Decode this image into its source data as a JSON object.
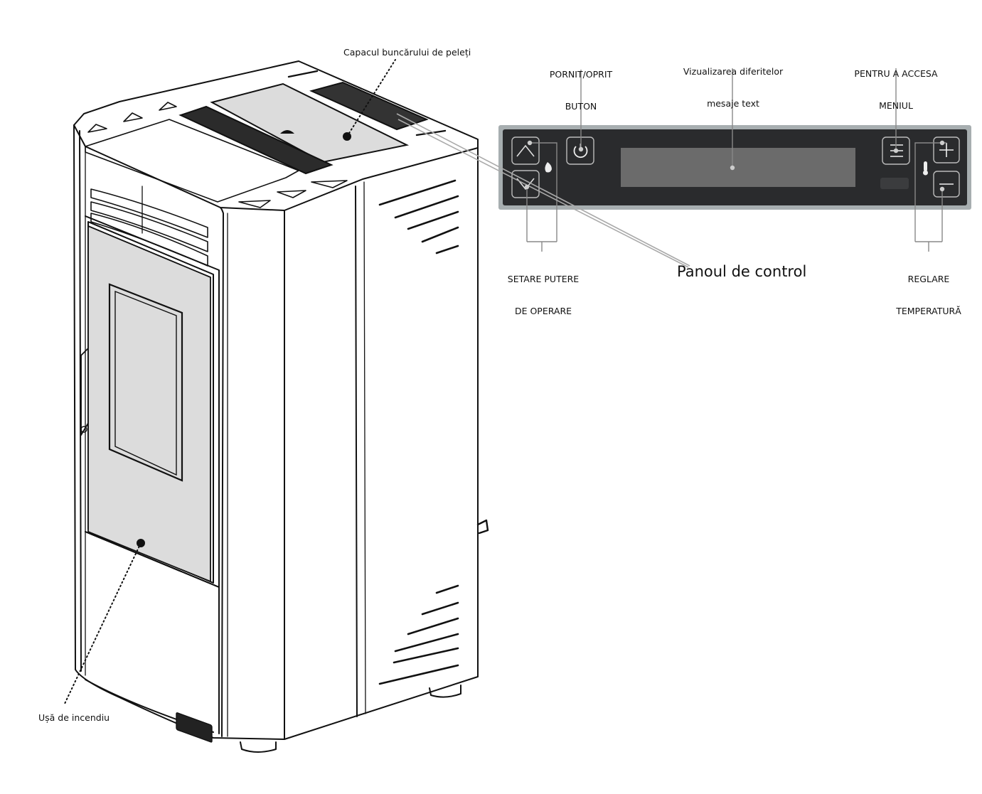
{
  "labels": {
    "hopper_lid": "Capacul buncărului de peleți",
    "fire_door": "Ușă de incendiu",
    "control_panel": "Panoul de control",
    "on_off_l1": "PORNIT/OPRIT",
    "on_off_l2": "BUTON",
    "display_l1": "Vizualizarea diferitelor",
    "display_l2": "mesaje text",
    "menu_l1": "PENTRU A ACCESA",
    "menu_l2": "MENIUL",
    "power_l1": "SETARE PUTERE",
    "power_l2": "DE OPERARE",
    "temp_l1": "REGLARE",
    "temp_l2": "TEMPERATURĂ"
  },
  "icons": [
    "chevron-up-icon",
    "chevron-down-icon",
    "flame-icon",
    "power-icon",
    "menu-icon",
    "plus-icon",
    "minus-icon",
    "thermometer-icon"
  ],
  "colors": {
    "panel_bg": "#2a2b2d",
    "panel_frame": "#a7aeb0",
    "display": "#6b6b6b",
    "glass": "#dcdcdc"
  }
}
